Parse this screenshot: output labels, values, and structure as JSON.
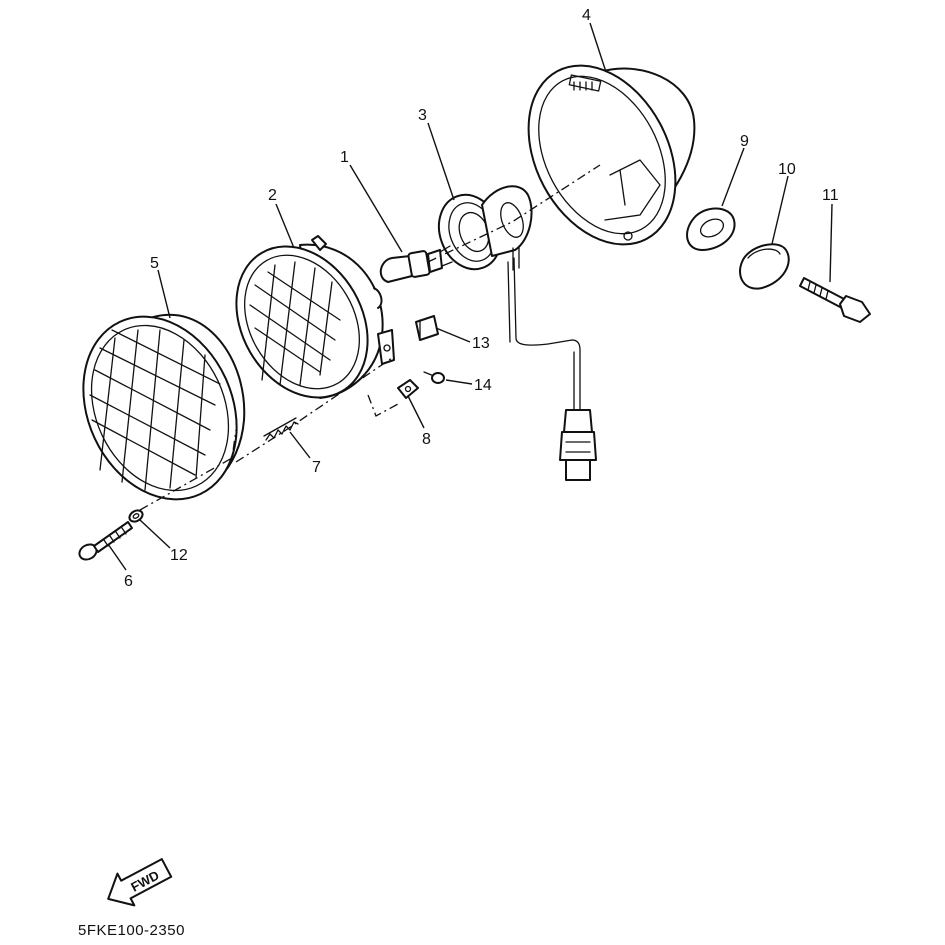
{
  "callouts": [
    {
      "id": "1",
      "label": "1"
    },
    {
      "id": "2",
      "label": "2"
    },
    {
      "id": "3",
      "label": "3"
    },
    {
      "id": "4",
      "label": "4"
    },
    {
      "id": "5",
      "label": "5"
    },
    {
      "id": "6",
      "label": "6"
    },
    {
      "id": "7",
      "label": "7"
    },
    {
      "id": "8",
      "label": "8"
    },
    {
      "id": "9",
      "label": "9"
    },
    {
      "id": "10",
      "label": "10"
    },
    {
      "id": "11",
      "label": "11"
    },
    {
      "id": "12",
      "label": "12"
    },
    {
      "id": "13",
      "label": "13"
    },
    {
      "id": "14",
      "label": "14"
    }
  ],
  "direction_arrow": {
    "label": "FWD",
    "icon": "fwd-arrow-icon"
  },
  "drawing_code": "5FKE100-2350",
  "colors": {
    "ink": "#111111",
    "paper": "#ffffff"
  }
}
